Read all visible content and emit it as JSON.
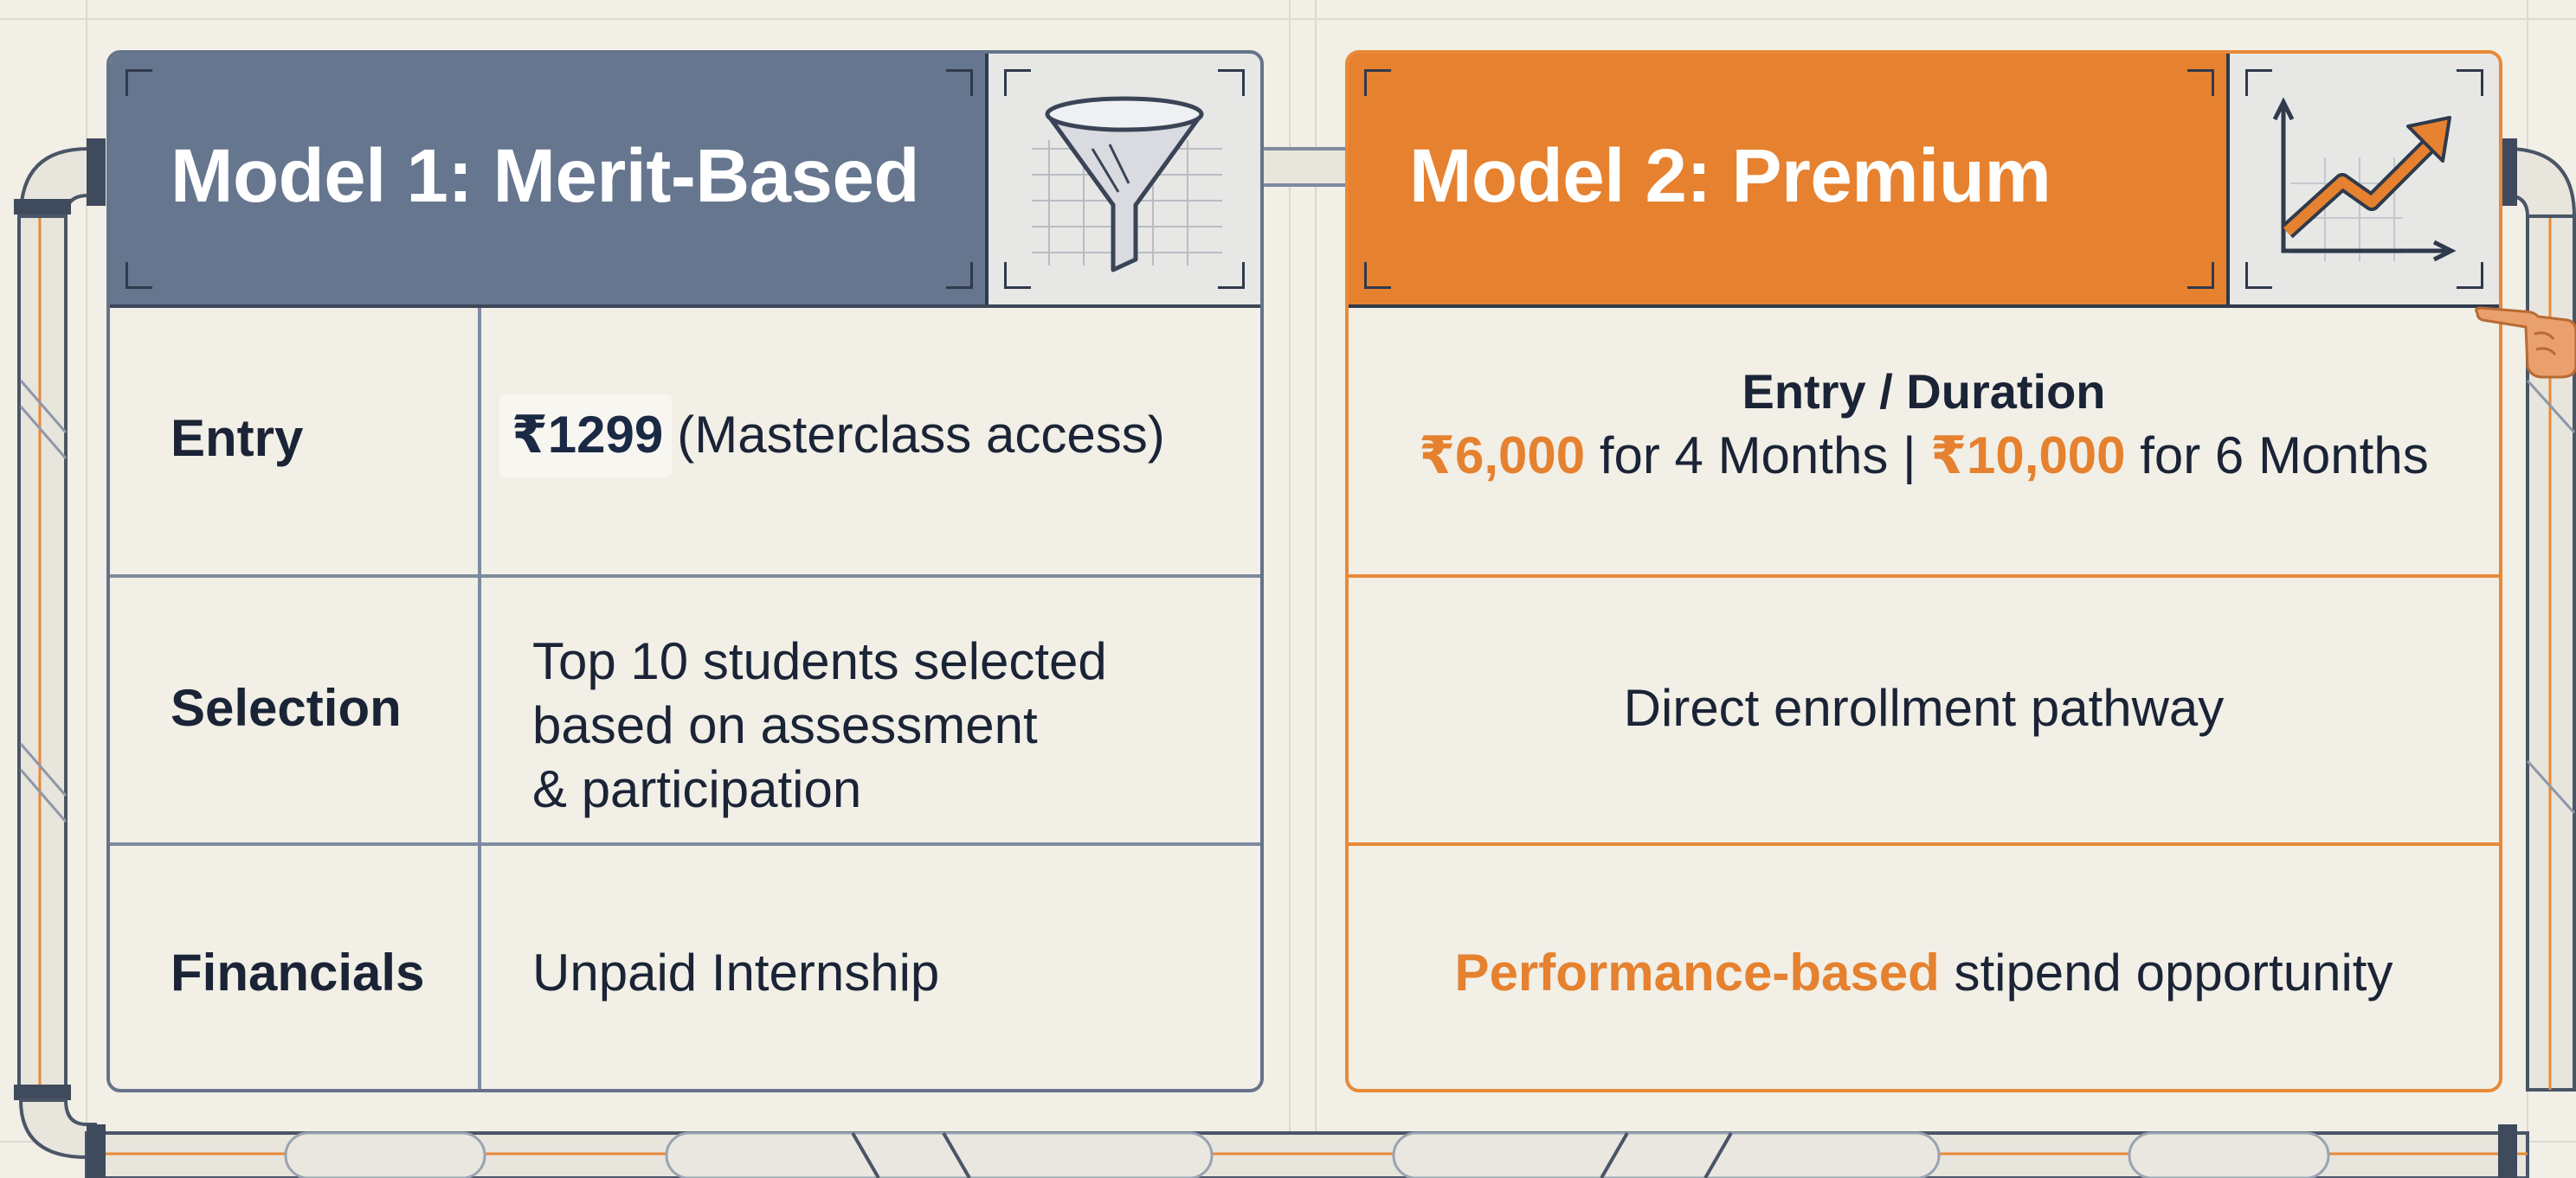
{
  "model1": {
    "title": "Model 1: Merit-Based",
    "icon": "funnel-icon",
    "rows": {
      "entry": {
        "label": "Entry",
        "price": "₹1299",
        "detail": "(Masterclass access)"
      },
      "selection": {
        "label": "Selection",
        "lines": [
          "Top 10 students selected",
          "based on assessment",
          "& participation"
        ]
      },
      "financials": {
        "label": "Financials",
        "value": "Unpaid Internship"
      }
    }
  },
  "model2": {
    "title": "Model 2: Premium",
    "icon": "growth-chart-icon",
    "entry": {
      "heading": "Entry / Duration",
      "price1": "₹6,000",
      "term1": "for 4 Months",
      "separator": "|",
      "price2": "₹10,000",
      "term2": "for 6 Months"
    },
    "selection": {
      "value": "Direct enrollment pathway"
    },
    "financials": {
      "highlight": "Performance-based",
      "rest": "stipend opportunity"
    }
  },
  "colors": {
    "slate": "#66768f",
    "orange": "#e6812f",
    "navy": "#1b2436",
    "background": "#f1efe6"
  }
}
